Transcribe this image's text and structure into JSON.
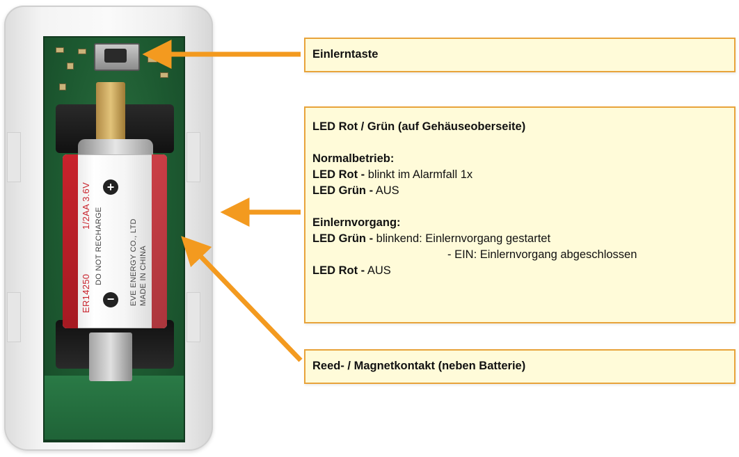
{
  "colors": {
    "arrow": "#f39a1f",
    "callout_fill": "#fffbd9",
    "callout_border": "#e8a33a"
  },
  "battery": {
    "model": "ER14250",
    "size_voltage": "1/2AA  3.6V",
    "warning": "DO NOT RECHARGE",
    "maker": "EVE ENERGY CO., LTD",
    "origin": "MADE IN CHINA",
    "plus": "+",
    "minus": "−"
  },
  "callouts": {
    "einlerntaste": {
      "title": "Einlerntaste"
    },
    "led": {
      "title": "LED Rot / Grün (auf Gehäuseoberseite)",
      "normal_heading": "Normalbetrieb:",
      "normal_red_label": "LED Rot -",
      "normal_red_text": " blinkt im Alarmfall 1x",
      "normal_green_label": "LED Grün -",
      "normal_green_text": " AUS",
      "learn_heading": "Einlernvorgang:",
      "learn_green_label": "LED Grün -",
      "learn_green_text": " blinkend: Einlernvorgang gestartet",
      "learn_green_text2": "- EIN: Einlernvorgang abgeschlossen",
      "learn_red_label": "LED Rot -",
      "learn_red_text": " AUS"
    },
    "reed": {
      "title": "Reed- / Magnetkontakt (neben Batterie)"
    }
  }
}
